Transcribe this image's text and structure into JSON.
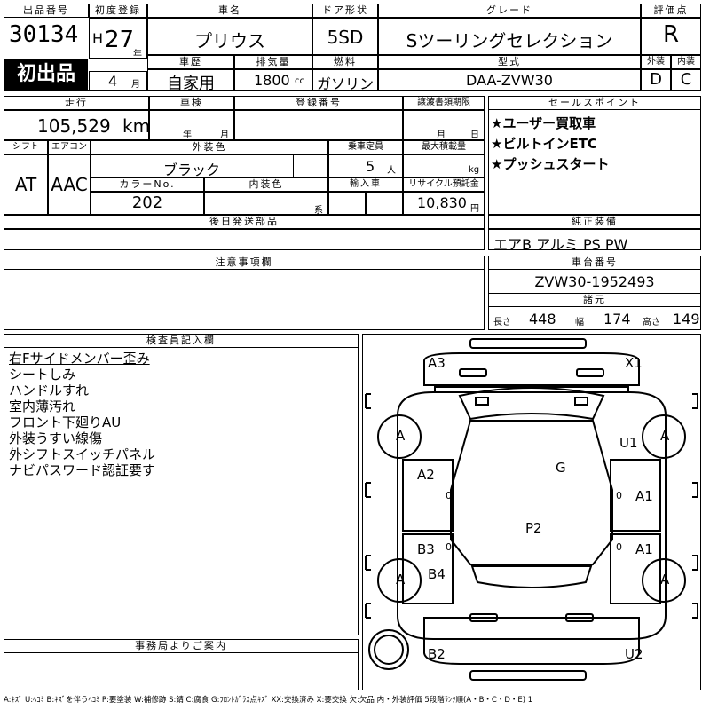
{
  "headers": {
    "lot": "出品番号",
    "first_reg": "初度登録",
    "car_name": "車名",
    "door": "ドア形状",
    "grade": "グレード",
    "score": "評価点",
    "history": "車歴",
    "displacement": "排気量",
    "fuel": "燃料",
    "model_code": "型式",
    "exterior": "外装",
    "interior": "内装",
    "mileage": "走行",
    "inspection": "車検",
    "reg_no": "登録番号",
    "transfer_doc": "譲渡書類期限",
    "sales_points": "セールスポイント",
    "shift": "シフト",
    "aircon": "エアコン",
    "ext_color": "外装色",
    "capacity": "乗車定員",
    "max_load": "最大積載量",
    "color_no": "カラーNo.",
    "int_color": "内装色",
    "import": "輸入車",
    "recycle": "リサイクル預託金",
    "after_parts": "後日発送部品",
    "genuine": "純正装備",
    "notes": "注意事項欄",
    "chassis": "車台番号",
    "specs": "諸元",
    "inspector": "検査員記入欄",
    "office": "事務局よりご案内"
  },
  "lot": {
    "number": "30134",
    "badge": "初出品"
  },
  "first_reg": {
    "era": "H",
    "year": "27",
    "year_unit": "年",
    "month": "4",
    "month_unit": "月"
  },
  "car": {
    "name": "プリウス",
    "door": "5SD",
    "grade": "Sツーリングセレクション",
    "score": "R",
    "history": "自家用",
    "displacement": "1800",
    "displacement_unit": "cc",
    "fuel": "ガソリン",
    "model_code": "DAA-ZVW30",
    "exterior_grade": "D",
    "interior_grade": "C"
  },
  "mileage": {
    "value": "105,529",
    "unit": "km"
  },
  "inspection": {
    "year_unit": "年",
    "month_unit": "月"
  },
  "transfer": {
    "month_unit": "月",
    "day_unit": "日"
  },
  "sales_points": [
    "★ユーザー買取車",
    "★ビルトインETC",
    "★プッシュスタート"
  ],
  "shift": "AT",
  "aircon": "AAC",
  "ext_color": "ブラック",
  "capacity": {
    "value": "5",
    "unit": "人"
  },
  "max_load": {
    "unit": "kg"
  },
  "color_no": "202",
  "int_color": {
    "unit": "系"
  },
  "recycle": {
    "value": "10,830",
    "unit": "円"
  },
  "genuine": "エアB アルミ PS PW",
  "chassis": "ZVW30-1952493",
  "specs": {
    "length_label": "長さ",
    "length": "448",
    "width_label": "幅",
    "width": "174",
    "height_label": "高さ",
    "height": "149"
  },
  "inspector_notes": [
    "右Fサイドメンバー歪み",
    "シートしみ",
    "ハンドルすれ",
    "室内薄汚れ",
    "フロント下廻りAU",
    "外装うすい線傷",
    "外シフトスイッチパネル",
    "ナビパスワード認証要す"
  ],
  "diagram": {
    "marks": [
      "A3",
      "X1",
      "U1",
      "G",
      "A2",
      "A1",
      "P2",
      "B3",
      "A1",
      "B4",
      "B2",
      "U2"
    ],
    "wheel_label": "A",
    "zero": "0"
  },
  "footer": "A:ｷｽﾞ U:ﾍｺﾐ B:ｷｽﾞを伴うﾍｺﾐ P:要塗装 W:補修跡 S:錆 C:腐食 G:ﾌﾛﾝﾄｶﾞﾗｽ点ｷｽﾞ XX:交換済み X:要交換 欠:欠品 内・外装評価 5段階ﾗﾝｸ順(A・B・C・D・E) 1"
}
